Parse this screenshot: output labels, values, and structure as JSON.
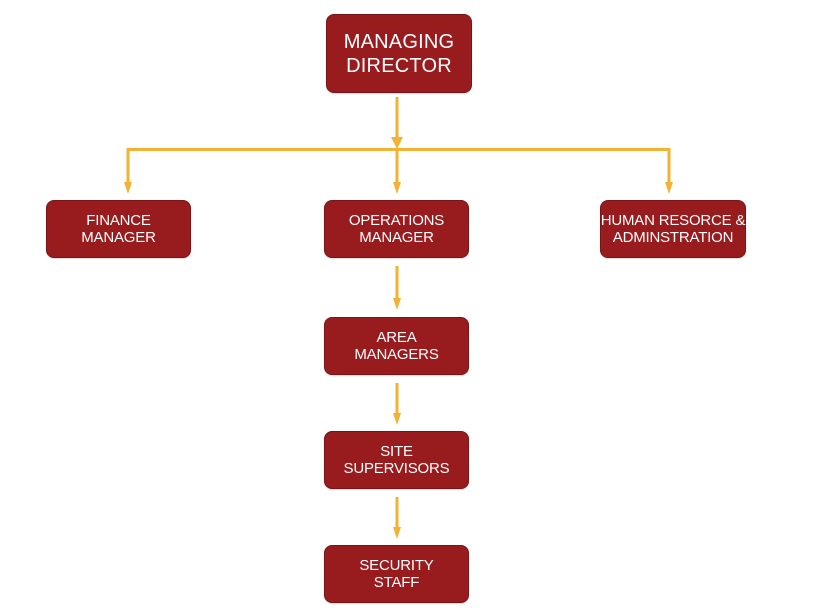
{
  "colors": {
    "node_fill": "#981b1e",
    "node_text": "#ffffff",
    "connector": "#f2b233"
  },
  "nodes": {
    "managing_director": {
      "line1": "MANAGING",
      "line2": "DIRECTOR"
    },
    "finance_manager": {
      "line1": "FINANCE",
      "line2": "MANAGER"
    },
    "operations_manager": {
      "line1": "OPERATIONS",
      "line2": "MANAGER"
    },
    "human_resource": {
      "line1": "HUMAN RESORCE &",
      "line2": "ADMINSTRATION"
    },
    "area_managers": {
      "line1": "AREA",
      "line2": "MANAGERS"
    },
    "site_supervisors": {
      "line1": "SITE",
      "line2": "SUPERVISORS"
    },
    "security_staff": {
      "line1": "SECURITY",
      "line2": "STAFF"
    }
  },
  "edges": [
    {
      "from": "managing_director",
      "to": "finance_manager"
    },
    {
      "from": "managing_director",
      "to": "operations_manager"
    },
    {
      "from": "managing_director",
      "to": "human_resource"
    },
    {
      "from": "operations_manager",
      "to": "area_managers"
    },
    {
      "from": "area_managers",
      "to": "site_supervisors"
    },
    {
      "from": "site_supervisors",
      "to": "security_staff"
    }
  ]
}
